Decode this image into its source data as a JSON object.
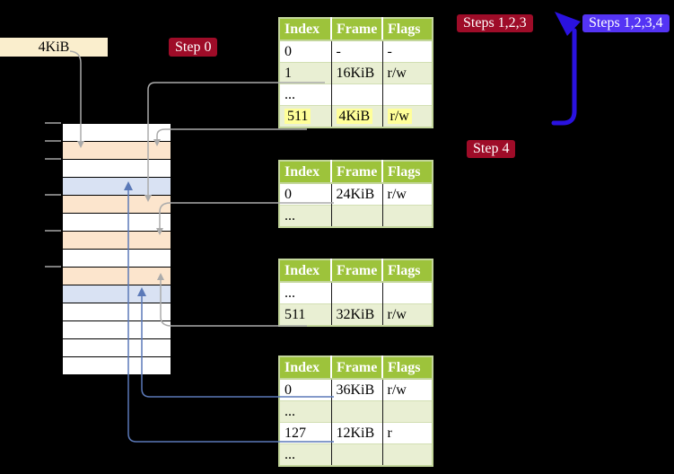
{
  "labels": {
    "page_size_box": "4KiB",
    "step0": "Step 0",
    "step4": "Step 4",
    "steps_123": "Steps 1,2,3",
    "steps_1234": "Steps 1,2,3,4"
  },
  "colors": {
    "background": "#000000",
    "step_label_red": "#9e0c28",
    "step_label_blue": "#5434f4",
    "big_arrow_blue": "#2a12e0",
    "small_arrow_gray": "#ababab",
    "small_arrow_blue": "#5b79b8",
    "table_header_green": "#9dc33b",
    "table_row_green": "#e9efd3",
    "table_border_green": "#c3d69b",
    "highlight_yellow": "#ffff99",
    "memory_orange": "#fce5cd",
    "memory_blue": "#d9e2f3",
    "size_box_cream": "#faeecd"
  },
  "memory_strip": {
    "rows": [
      "white",
      "orange",
      "white",
      "blue",
      "orange",
      "white",
      "orange",
      "white",
      "orange",
      "blue",
      "white",
      "white",
      "white",
      "white"
    ]
  },
  "tables": [
    {
      "headers": [
        "Index",
        "Frame",
        "Flags"
      ],
      "rows": [
        {
          "cells": [
            "0",
            "-",
            "-"
          ]
        },
        {
          "cells": [
            "1",
            "16KiB",
            "r/w"
          ]
        },
        {
          "cells": [
            "...",
            "",
            ""
          ]
        },
        {
          "cells": [
            "511",
            "4KiB",
            "r/w"
          ]
        }
      ]
    },
    {
      "headers": [
        "Index",
        "Frame",
        "Flags"
      ],
      "rows": [
        {
          "cells": [
            "0",
            "24KiB",
            "r/w"
          ]
        },
        {
          "cells": [
            "...",
            "",
            ""
          ]
        }
      ]
    },
    {
      "headers": [
        "Index",
        "Frame",
        "Flags"
      ],
      "rows": [
        {
          "cells": [
            "...",
            "",
            ""
          ]
        },
        {
          "cells": [
            "511",
            "32KiB",
            "r/w"
          ]
        }
      ]
    },
    {
      "headers": [
        "Index",
        "Frame",
        "Flags"
      ],
      "rows": [
        {
          "cells": [
            "0",
            "36KiB",
            "r/w"
          ]
        },
        {
          "cells": [
            "...",
            "",
            ""
          ]
        },
        {
          "cells": [
            "127",
            "12KiB",
            "r"
          ]
        },
        {
          "cells": [
            "...",
            "",
            ""
          ]
        }
      ]
    }
  ]
}
